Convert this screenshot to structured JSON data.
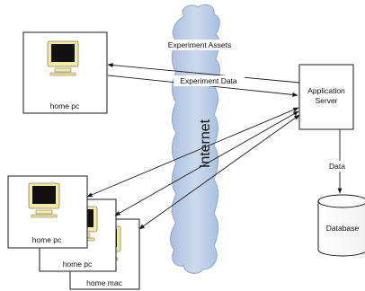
{
  "cloud": {
    "label": "Internet"
  },
  "nodes": {
    "home_pc_top": {
      "label": "home pc"
    },
    "app_server": {
      "line1": "Application",
      "line2": "Server"
    },
    "database": {
      "label": "Database"
    },
    "stack": [
      {
        "label": "home pc"
      },
      {
        "label": "home pc"
      },
      {
        "label": "home mac"
      }
    ]
  },
  "edges": {
    "experiment_assets": "Experiment Assets",
    "experiment_data": "Experiment Data",
    "data": "Data"
  },
  "colors": {
    "cloud_fill": "#b9cbe4",
    "cloud_stroke": "#8ea6c8",
    "monitor_bezel": "#f0e9a8",
    "monitor_screen": "#111111",
    "line": "#1a1a1a"
  }
}
